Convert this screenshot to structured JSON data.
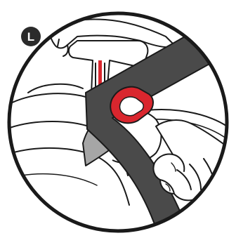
{
  "step": {
    "label": "L"
  },
  "colors": {
    "background": "#ffffff",
    "outline": "#1a1a1a",
    "belt": "#4a4a4a",
    "clip_red": "#d9262e",
    "clip_inner": "#ffffff",
    "shadow_grey": "#a6a6a6",
    "badge": "#2b2b2b",
    "badge_text": "#ffffff"
  },
  "icons": [
    "step-badge",
    "hand-on-armrest",
    "belt-positioning-clip",
    "seat-belt",
    "hand-pulling-belt"
  ]
}
